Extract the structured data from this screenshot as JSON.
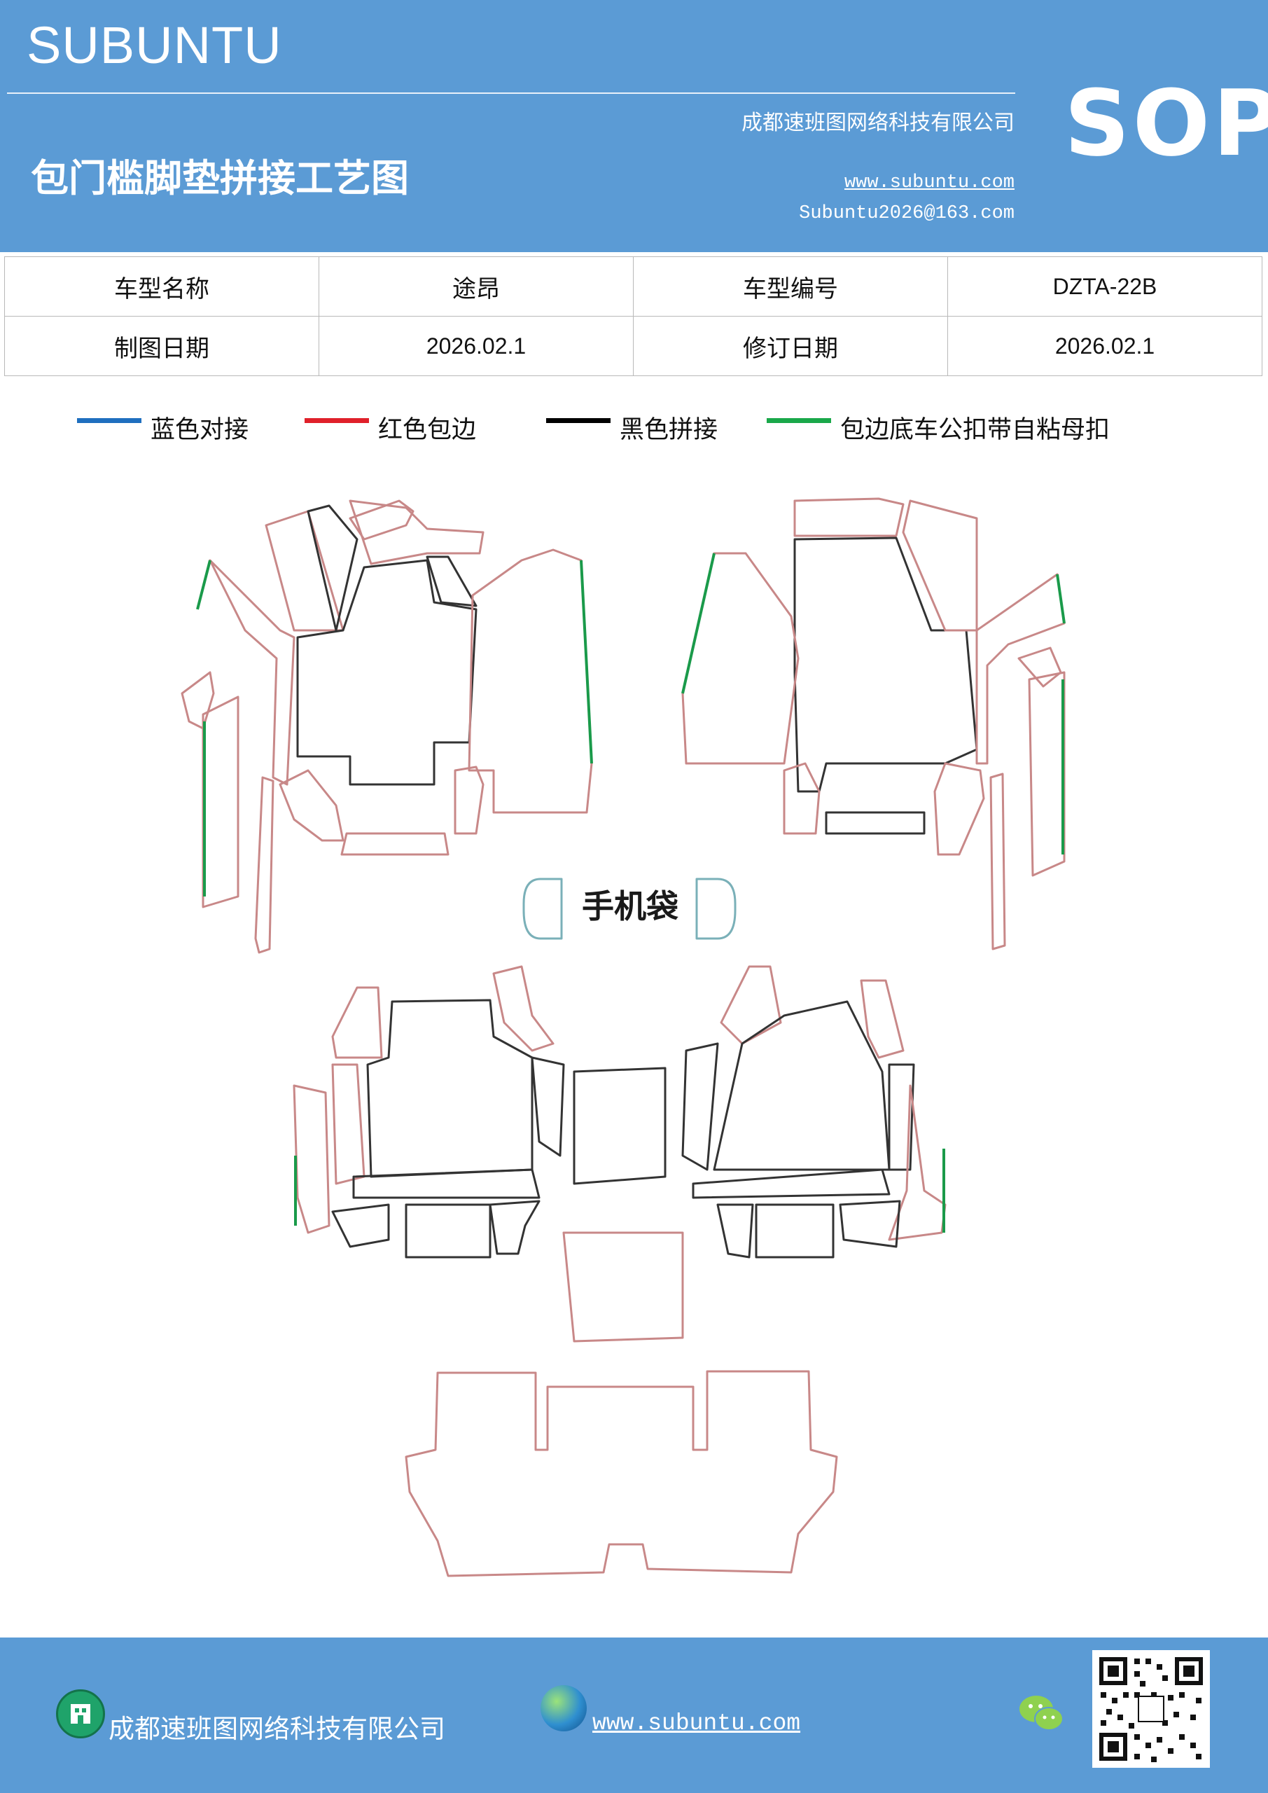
{
  "header": {
    "brand": "SUBUNTU",
    "title": "包门槛脚垫拼接工艺图",
    "company": "成都速班图网络科技有限公司",
    "website": "www.subuntu.com",
    "email": "Subuntu2026@163.com",
    "badge": "SOP"
  },
  "info_table": {
    "rows": [
      [
        "车型名称",
        "途昂",
        "车型编号",
        "DZTA-22B"
      ],
      [
        "制图日期",
        "2026.02.1",
        "修订日期",
        "2026.02.1"
      ]
    ]
  },
  "legend": [
    {
      "label": "蓝色对接",
      "color": "#1f6fbf"
    },
    {
      "label": "红色包边",
      "color": "#e0202a"
    },
    {
      "label": "黑色拼接",
      "color": "#000000"
    },
    {
      "label": "包边底车公扣带自粘母扣",
      "color": "#1aa84a"
    }
  ],
  "diagram": {
    "phone_bag_label": "手机袋",
    "outline_color": "#c88888",
    "seam_color": "#333333",
    "green_edge_color": "#1a9a4a"
  },
  "footer": {
    "company": "成都速班图网络科技有限公司",
    "website": "www.subuntu.com",
    "icons": [
      "building-icon",
      "globe-icon",
      "wechat-icon",
      "qr-code"
    ]
  }
}
